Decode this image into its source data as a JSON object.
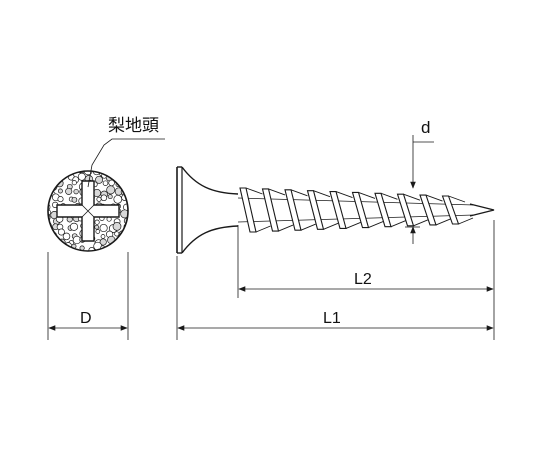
{
  "labels": {
    "head_texture": "梨地頭",
    "thread_diameter": "d",
    "head_diameter": "D",
    "thread_length": "L2",
    "total_length": "L1"
  }
}
